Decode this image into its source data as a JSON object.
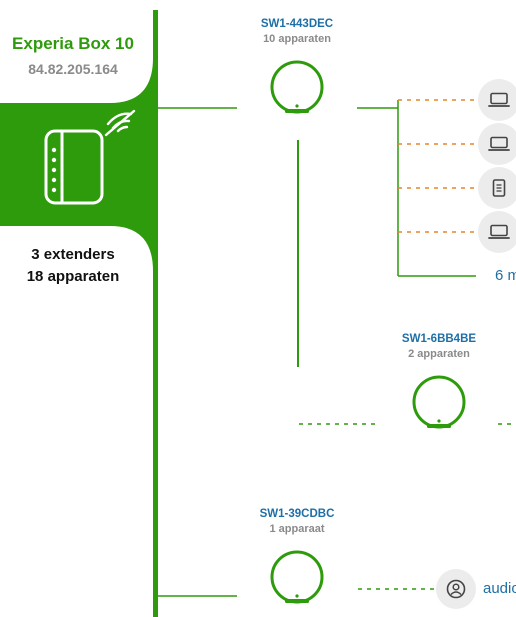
{
  "router": {
    "name": "Experia Box 10",
    "ip": "84.82.205.164",
    "extenders_count": "3 extenders",
    "devices_count": "18 apparaten"
  },
  "extenders": [
    {
      "name": "SW1-443DEC",
      "devices": "10 apparaten"
    },
    {
      "name": "SW1-6BB4BE",
      "devices": "2 apparaten"
    },
    {
      "name": "SW1-39CDBC",
      "devices": "1 apparaat"
    }
  ],
  "devices_443dec": {
    "items": [
      "laptop-icon",
      "laptop-icon",
      "tablet-icon",
      "laptop-icon"
    ],
    "more_label": "6 m"
  },
  "devices_39cdbc": {
    "items": [
      {
        "icon": "user-icon",
        "label": "audio"
      }
    ]
  },
  "colors": {
    "brand_green": "#2e9b0c",
    "link_blue": "#1d6fa6",
    "wired": "#e8832a",
    "muted": "#8a8a8a"
  }
}
